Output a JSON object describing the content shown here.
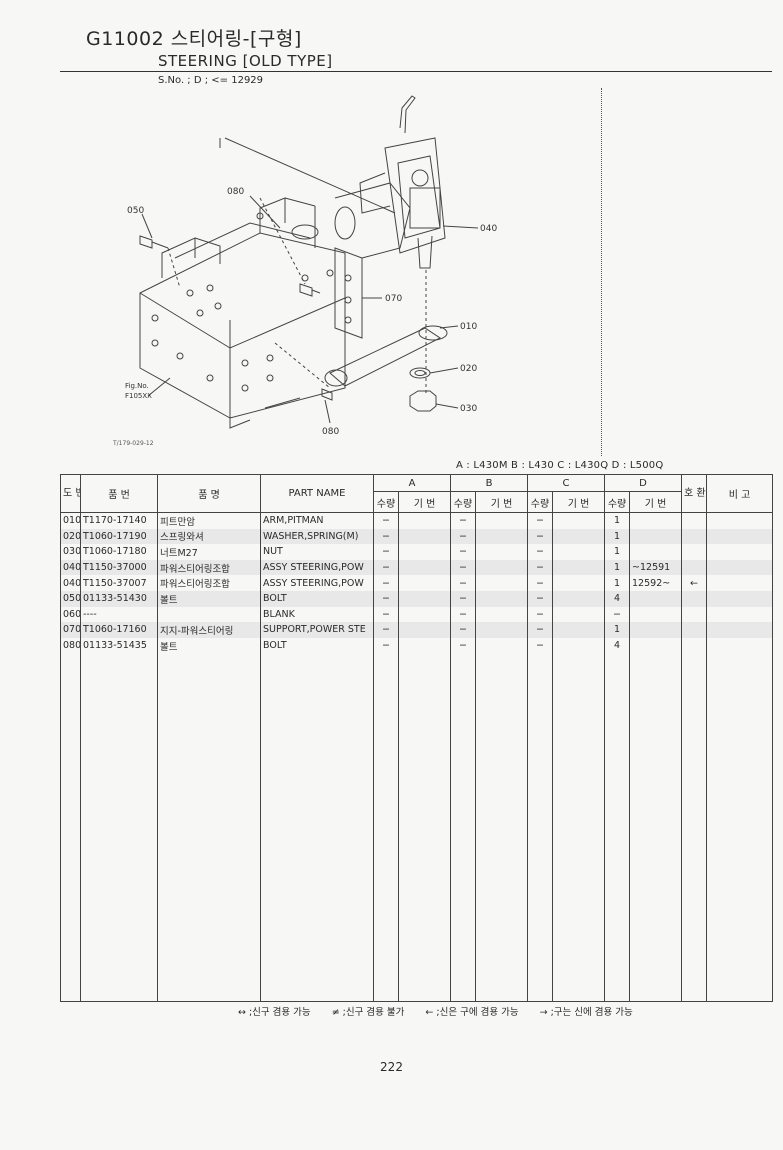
{
  "header": {
    "code_title": "G11002 스티어링-[구형]",
    "english_title": "STEERING [OLD TYPE]",
    "serial_info": "S.No. ;   D ; <= 12929"
  },
  "diagram": {
    "callouts": [
      "050",
      "080",
      "040",
      "070",
      "010",
      "020",
      "030",
      "080"
    ],
    "fig_label_1": "Fig.No.",
    "fig_label_2": "F105XX",
    "caption": "T/179-029-12"
  },
  "models_line": "A : L430M    B : L430    C : L430Q    D : L500Q",
  "table": {
    "h_no": "도 번",
    "h_partno": "품   번",
    "h_korname": "품      명",
    "h_partname": "PART  NAME",
    "h_A": "A",
    "h_B": "B",
    "h_C": "C",
    "h_D": "D",
    "h_qty": "수량",
    "h_period": "기 번",
    "h_interchange": "호 환 성",
    "h_remarks": "비  고",
    "rows": [
      {
        "no": "010",
        "partno": "T1170-17140",
        "kname": "피트만암",
        "ename": "ARM,PITMAN",
        "qa": "−",
        "pa": "",
        "qb": "−",
        "pb": "",
        "qc": "−",
        "pc": "",
        "qd": "1",
        "pd": "",
        "ic": "",
        "rm": "",
        "shade": false
      },
      {
        "no": "020",
        "partno": "T1060-17190",
        "kname": "스프링와셔",
        "ename": "WASHER,SPRING(M)",
        "qa": "−",
        "pa": "",
        "qb": "−",
        "pb": "",
        "qc": "−",
        "pc": "",
        "qd": "1",
        "pd": "",
        "ic": "",
        "rm": "",
        "shade": true
      },
      {
        "no": "030",
        "partno": "T1060-17180",
        "kname": "너트M27",
        "ename": "NUT",
        "qa": "−",
        "pa": "",
        "qb": "−",
        "pb": "",
        "qc": "−",
        "pc": "",
        "qd": "1",
        "pd": "",
        "ic": "",
        "rm": "",
        "shade": false
      },
      {
        "no": "040",
        "partno": "T1150-37000",
        "kname": "파워스티어링조합",
        "ename": "ASSY STEERING,POW",
        "qa": "−",
        "pa": "",
        "qb": "−",
        "pb": "",
        "qc": "−",
        "pc": "",
        "qd": "1",
        "pd": "~12591",
        "ic": "",
        "rm": "",
        "shade": true
      },
      {
        "no": "040",
        "partno": "T1150-37007",
        "kname": "파워스티어링조합",
        "ename": "ASSY STEERING,POW",
        "qa": "−",
        "pa": "",
        "qb": "−",
        "pb": "",
        "qc": "−",
        "pc": "",
        "qd": "1",
        "pd": "12592~",
        "ic": "←",
        "rm": "",
        "shade": false
      },
      {
        "no": "050",
        "partno": "01133-51430",
        "kname": "볼트",
        "ename": "BOLT",
        "qa": "−",
        "pa": "",
        "qb": "−",
        "pb": "",
        "qc": "−",
        "pc": "",
        "qd": "4",
        "pd": "",
        "ic": "",
        "rm": "",
        "shade": true
      },
      {
        "no": "060",
        "partno": "----",
        "kname": "",
        "ename": "BLANK",
        "qa": "−",
        "pa": "",
        "qb": "−",
        "pb": "",
        "qc": "−",
        "pc": "",
        "qd": "−",
        "pd": "",
        "ic": "",
        "rm": "",
        "shade": false
      },
      {
        "no": "070",
        "partno": "T1060-17160",
        "kname": "지지-파워스티어링",
        "ename": "SUPPORT,POWER STE",
        "qa": "−",
        "pa": "",
        "qb": "−",
        "pb": "",
        "qc": "−",
        "pc": "",
        "qd": "1",
        "pd": "",
        "ic": "",
        "rm": "",
        "shade": true
      },
      {
        "no": "080",
        "partno": "01133-51435",
        "kname": "볼트",
        "ename": "BOLT",
        "qa": "−",
        "pa": "",
        "qb": "−",
        "pb": "",
        "qc": "−",
        "pc": "",
        "qd": "4",
        "pd": "",
        "ic": "",
        "rm": "",
        "shade": false
      }
    ]
  },
  "legend": {
    "item1": "↔ ;신구 겸용 가능",
    "item2": "≠ ;신구 겸용 불가",
    "item3": "← ;신은 구에 겸용 가능",
    "item4": "→ ;구는 신에 겸용 가능"
  },
  "page_number": "222"
}
